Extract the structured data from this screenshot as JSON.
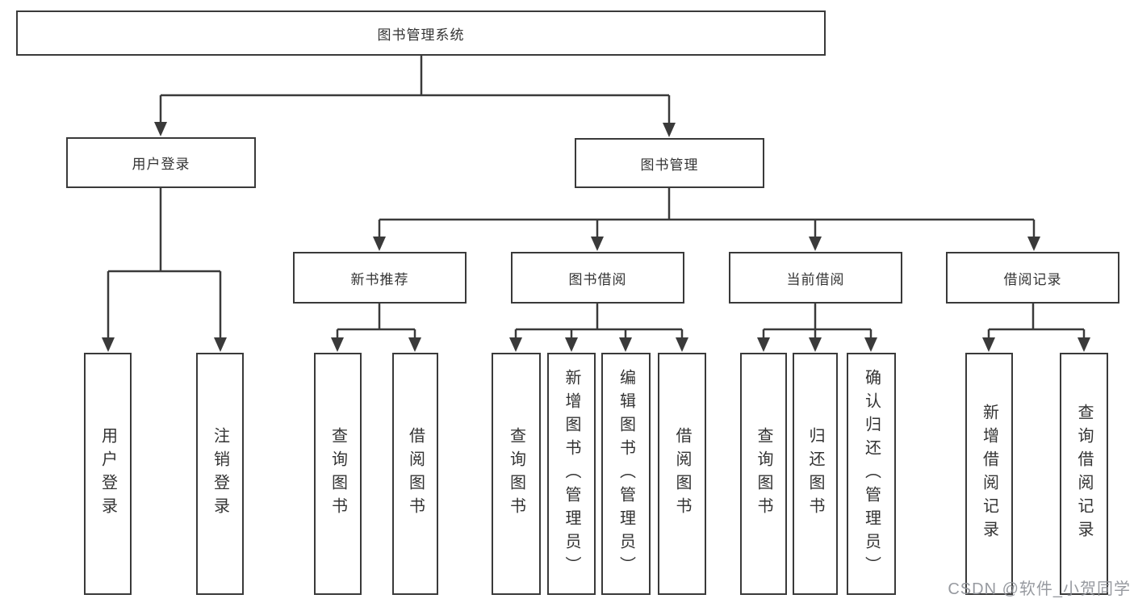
{
  "diagram": {
    "title": "图书管理系统",
    "tree": {
      "root": {
        "label": "图书管理系统"
      },
      "level2": [
        {
          "label": "用户登录"
        },
        {
          "label": "图书管理"
        }
      ],
      "level3": [
        {
          "label": "新书推荐"
        },
        {
          "label": "图书借阅"
        },
        {
          "label": "当前借阅"
        },
        {
          "label": "借阅记录"
        }
      ],
      "leaves": {
        "user_login": [
          "用户登录",
          "注销登录"
        ],
        "new_book": [
          "查询图书",
          "借阅图书"
        ],
        "book_borrow": [
          "查询图书",
          "新增图书（管理员）",
          "编辑图书（管理员）",
          "借阅图书"
        ],
        "current_borrow": [
          "查询图书",
          "归还图书",
          "确认归还（管理员）"
        ],
        "borrow_record": [
          "新增借阅记录",
          "查询借阅记录"
        ]
      }
    },
    "colors": {
      "line": "#3a3a3a",
      "text": "#333333",
      "background": "#ffffff",
      "watermark_text": "#8f9298"
    }
  },
  "watermark": {
    "text": "CSDN @软件_小贺同学"
  }
}
